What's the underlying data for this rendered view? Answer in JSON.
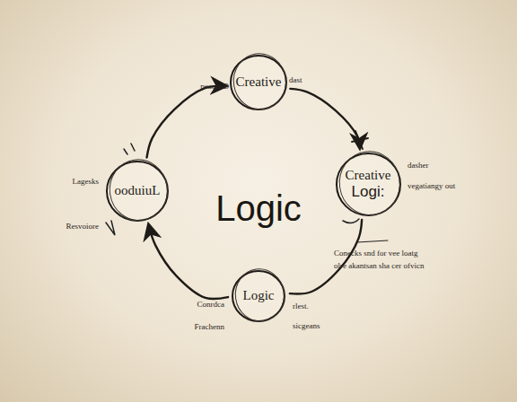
{
  "diagram": {
    "nodes": [
      {
        "text": [
          "Creative"
        ]
      },
      {
        "text": [
          "Creative",
          "Logi:"
        ]
      },
      {
        "text": [
          "Logic"
        ]
      },
      {
        "text": [
          "ooduiuL"
        ]
      }
    ],
    "edges": [
      {
        "from": 0,
        "to": 1,
        "arrow": "to"
      },
      {
        "from": 1,
        "to": 2,
        "arrow": "none"
      },
      {
        "from": 2,
        "to": 3,
        "arrow": "to"
      },
      {
        "from": 3,
        "to": 0,
        "arrow": "to"
      }
    ],
    "labels": [
      "Logic",
      "peaois D",
      "dast",
      "Lagesks",
      "Resvoiore",
      "dasher",
      "vegatiangy out",
      "Conecks snd for vee loatg",
      "olre akantsan sha cer ofvicn",
      "Conrdca",
      "Frachenn",
      "rlest.",
      "sicgeans"
    ]
  }
}
